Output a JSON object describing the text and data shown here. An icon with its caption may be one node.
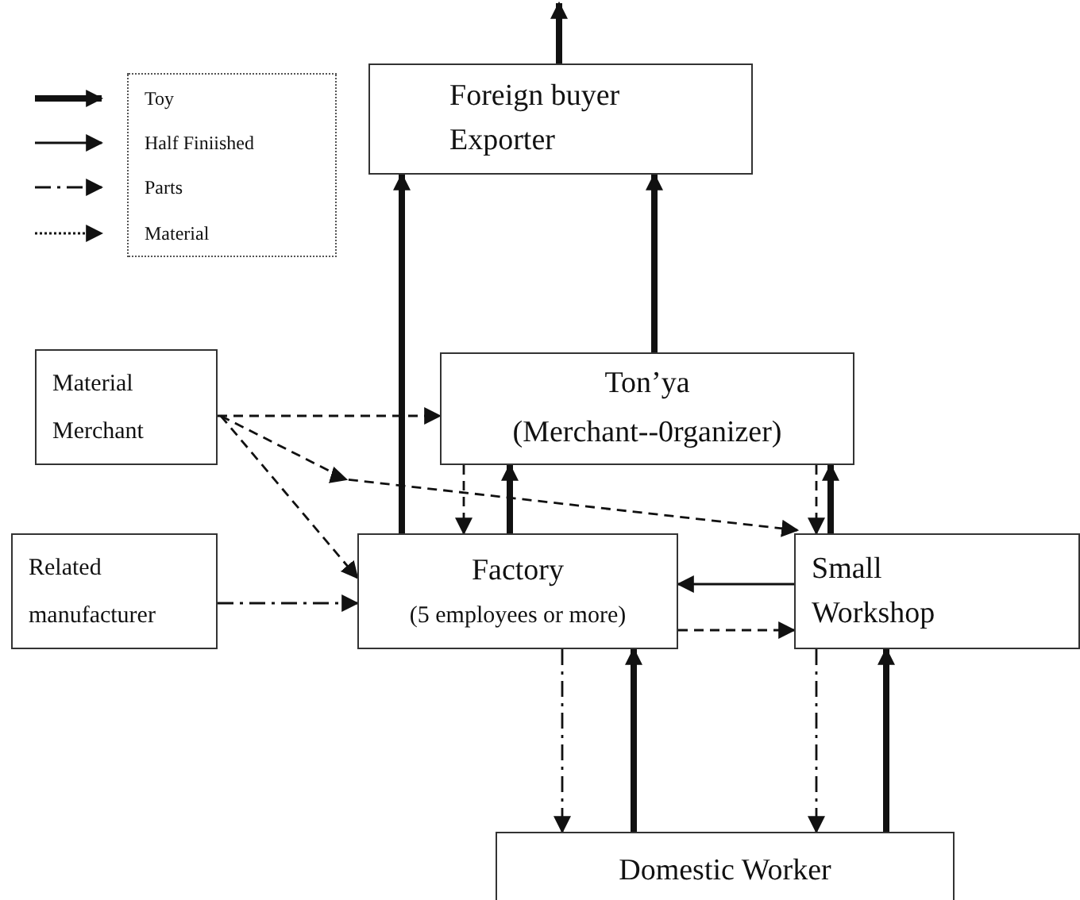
{
  "diagram": {
    "nodes": [
      {
        "text": [
          "Foreign buyer Exporter"
        ]
      },
      {
        "text": [
          "Material Merchant"
        ]
      },
      {
        "text": [
          "Ton’ya",
          "(Merchant--0rganizer)"
        ]
      },
      {
        "text": [
          "Related manufacturer"
        ]
      },
      {
        "text": [
          "Factory",
          "(5 employees or more)"
        ]
      },
      {
        "text": [
          "Small Workshop"
        ]
      },
      {
        "text": [
          "Domestic Worker"
        ]
      }
    ],
    "edges": [
      {
        "from": 0,
        "to": null,
        "arrow": "to",
        "style": "thick"
      },
      {
        "from": 4,
        "to": 0,
        "arrow": "to",
        "style": "thick"
      },
      {
        "from": 2,
        "to": 0,
        "arrow": "to",
        "style": "thick"
      },
      {
        "from": 1,
        "to": 2,
        "arrow": "to",
        "style": "dashed"
      },
      {
        "from": 1,
        "to": 5,
        "arrow": "to",
        "style": "dashed"
      },
      {
        "from": 1,
        "to": 4,
        "arrow": "to",
        "style": "dashed"
      },
      {
        "from": 3,
        "to": 4,
        "arrow": "to",
        "style": "dashed"
      },
      {
        "from": 2,
        "to": 4,
        "arrow": "to",
        "style": "dashed"
      },
      {
        "from": 4,
        "to": 2,
        "arrow": "to",
        "style": "thick"
      },
      {
        "from": 2,
        "to": 5,
        "arrow": "to",
        "style": "dashed"
      },
      {
        "from": 5,
        "to": 2,
        "arrow": "to",
        "style": "thick"
      },
      {
        "from": 5,
        "to": 4,
        "arrow": "to"
      },
      {
        "from": 4,
        "to": 5,
        "arrow": "to",
        "style": "dashed"
      },
      {
        "from": 4,
        "to": 6,
        "arrow": "to",
        "style": "dashed"
      },
      {
        "from": 6,
        "to": 4,
        "arrow": "to",
        "style": "thick"
      },
      {
        "from": 5,
        "to": 6,
        "arrow": "to",
        "style": "dashed"
      },
      {
        "from": 6,
        "to": 5,
        "arrow": "to",
        "style": "thick"
      }
    ],
    "legend": [
      {
        "text": "Toy"
      },
      {
        "text": "Half Finiished"
      },
      {
        "text": "Parts"
      },
      {
        "text": "Material"
      }
    ]
  }
}
